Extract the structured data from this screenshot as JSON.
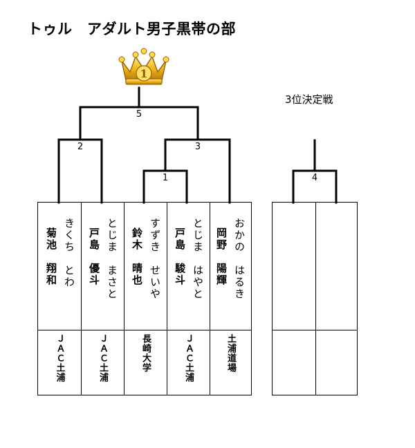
{
  "title": "トゥル　アダルト男子黒帯の部",
  "crown_number": "1",
  "third_place_label": "3位決定戦",
  "matches": [
    {
      "id": "5",
      "label": "5"
    },
    {
      "id": "2",
      "label": "2"
    },
    {
      "id": "3",
      "label": "3"
    },
    {
      "id": "1",
      "label": "1"
    },
    {
      "id": "4",
      "label": "4"
    }
  ],
  "entries": [
    {
      "kana": "きくち　とわ",
      "kanji": "菊池　翔和",
      "club": "ＪＡＣ土浦"
    },
    {
      "kana": "とじま　まさと",
      "kanji": "戸島　優斗",
      "club": "ＪＡＣ土浦"
    },
    {
      "kana": "すずき　せいや",
      "kanji": "鈴木　晴也",
      "club": "長崎大学"
    },
    {
      "kana": "とじま　はやと",
      "kanji": "戸島　駿斗",
      "club": "ＪＡＣ土浦"
    },
    {
      "kana": "おかの　はるき",
      "kanji": "岡野　陽輝",
      "club": "土浦道場"
    }
  ],
  "third_place_entries": [
    {
      "kana": "",
      "kanji": "",
      "club": ""
    },
    {
      "kana": "",
      "kanji": "",
      "club": ""
    }
  ],
  "colors": {
    "line": "#000000",
    "crown_gold": "#f2b81c",
    "crown_dark": "#b5790a"
  }
}
